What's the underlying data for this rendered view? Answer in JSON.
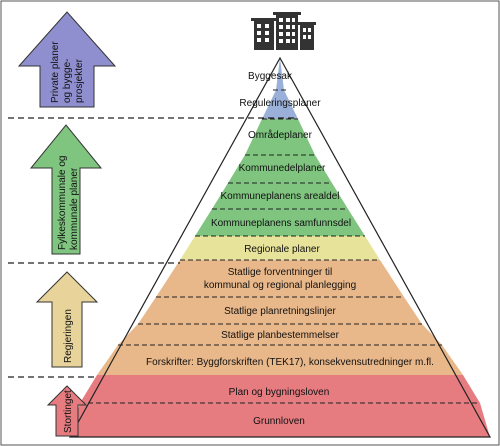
{
  "pyramid_levels": [
    {
      "label": "Byggesak",
      "color": "#9bb0d8"
    },
    {
      "label": "Reguleringsplaner",
      "color": "#9bb0d8"
    },
    {
      "label": "Områdeplaner",
      "color": "#7fc47f"
    },
    {
      "label": "Kommunedelplaner",
      "color": "#7fc47f"
    },
    {
      "label": "Kommuneplanens arealdel",
      "color": "#7fc47f"
    },
    {
      "label": "Kommuneplanens samfunnsdel",
      "color": "#7fc47f"
    },
    {
      "label": "Regionale planer",
      "color": "#e8e39a"
    },
    {
      "label": "Statlige forventninger til",
      "label2": "kommunal og regional planlegging",
      "color": "#e9b88a"
    },
    {
      "label": "Statlige planretningslinjer",
      "color": "#e9b88a"
    },
    {
      "label": "Statlige planbestemmelser",
      "color": "#e9b88a"
    },
    {
      "label": "Forskrifter: Byggforskriften (TEK17), konsekvensutredninger m.fl.",
      "color": "#e9b88a"
    },
    {
      "label": "Plan og bygningsloven",
      "color": "#e67c80"
    },
    {
      "label": "Grunnloven",
      "color": "#e67c80"
    }
  ],
  "side_arrows": [
    {
      "lines": [
        "Private planer",
        "og bygge-",
        "prosjekter"
      ],
      "color": "#8f8fcf"
    },
    {
      "lines": [
        "Fylkeskommunale og",
        "kommunale planer"
      ],
      "color": "#7fc47f"
    },
    {
      "lines": [
        "Regjeringen"
      ],
      "color": "#e8d49a"
    },
    {
      "lines": [
        "Stortinget"
      ],
      "color": "#e67c80"
    }
  ],
  "icon": "buildings-icon"
}
